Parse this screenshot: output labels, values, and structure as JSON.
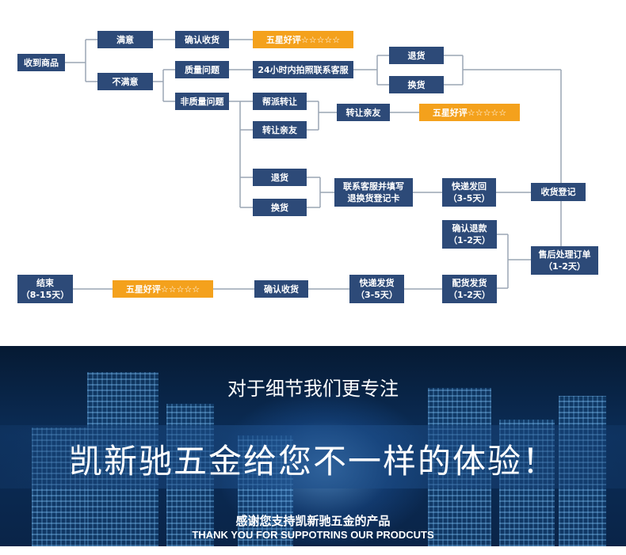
{
  "flowchart": {
    "colors": {
      "node": "#2d4a78",
      "highlight": "#f4a11c",
      "connector": "#9aa6b4"
    },
    "nodes": {
      "received": "收到商品",
      "satisfied": "满意",
      "confirm_receipt_top": "确认收货",
      "five_star_top": "五星好评☆☆☆☆☆",
      "unsatisfied": "不满意",
      "quality_issue": "质量问题",
      "photo_contact": "24小时内拍照联系客服",
      "return_top": "退货",
      "exchange_top": "换货",
      "non_quality_issue": "非质量问题",
      "help_transfer": "帮派转让",
      "transfer_friend": "转让亲友",
      "transfer_friend_mid": "转让亲友",
      "five_star_mid": "五星好评☆☆☆☆☆",
      "return_mid": "退货",
      "exchange_mid": "换货",
      "contact_fill_card": "联系客服并填写\n退换货登记卡",
      "express_return": "快递发回\n（3-5天）",
      "receipt_register": "收货登记",
      "confirm_refund": "确认退款\n（1-2天）",
      "aftersale": "售后处理订单\n（1-2天）",
      "end": "结束\n（8-15天）",
      "five_star_bottom": "五星好评☆☆☆☆☆",
      "confirm_receipt_bottom": "确认收货",
      "express_ship": "快递发货\n（3-5天）",
      "deliver_ship": "配货发货\n（1-2天）"
    }
  },
  "banner": {
    "tagline": "对于细节我们更专注",
    "headline": "凯新驰五金给您不一样的体验！",
    "thanks_cn": "感谢您支持凯新驰五金的产品",
    "thanks_en": "THANK YOU FOR  SUPPOTRINS OUR PRODCUTS"
  }
}
